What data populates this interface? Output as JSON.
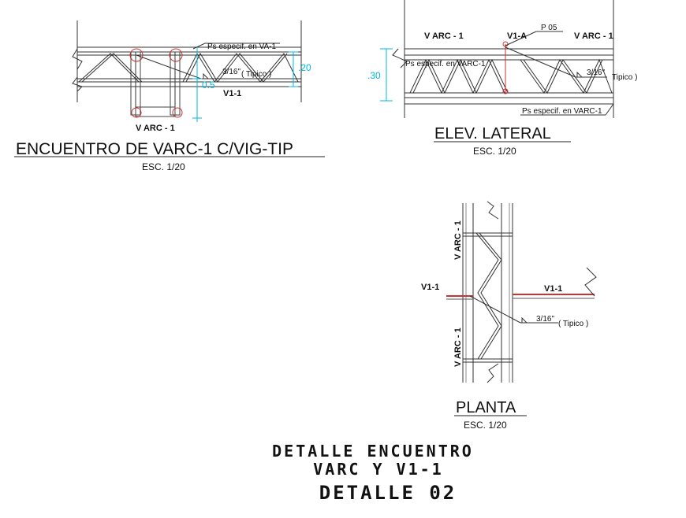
{
  "detail1": {
    "title": "ENCUENTRO DE VARC-1 C/VIG-TIP",
    "scale": "ESC. 1/20",
    "note_ps": "Ps especif. en VA-1",
    "weld_size": "3/16\"",
    "weld_note": "( Tipico )",
    "dim_20": ".20",
    "dim_05": "0.5",
    "label_v11": "V1-1",
    "label_varc": "V ARC - 1"
  },
  "detail2": {
    "title": "ELEV. LATERAL",
    "scale": "ESC. 1/20",
    "label_varc_left": "V ARC - 1",
    "label_varc_right": "V ARC - 1",
    "label_v1a": "V1-A",
    "plate": "P  05",
    "note_ps_top": "Ps especif. en VARC-1",
    "note_ps_bottom": "Ps especif. en VARC-1",
    "weld_size": "3/16\"",
    "weld_note": "Tipico )",
    "dim_30": ".30"
  },
  "detail3": {
    "title": "PLANTA",
    "scale": "ESC. 1/20",
    "label_varc_top": "V ARC - 1",
    "label_varc_bottom": "V ARC - 1",
    "label_v11_left": "V1-1",
    "label_v11_right": "V1-1",
    "weld_size": "3/16\"",
    "weld_note": "( Tipico )"
  },
  "sheet": {
    "title_line1": "DETALLE ENCUENTRO",
    "title_line2": "VARC Y V1-1",
    "title_line3": "DETALLE 02"
  },
  "colors": {
    "line": "#222222",
    "dim": "#00b8e6",
    "red": "#cc2222",
    "member": "#555555"
  }
}
